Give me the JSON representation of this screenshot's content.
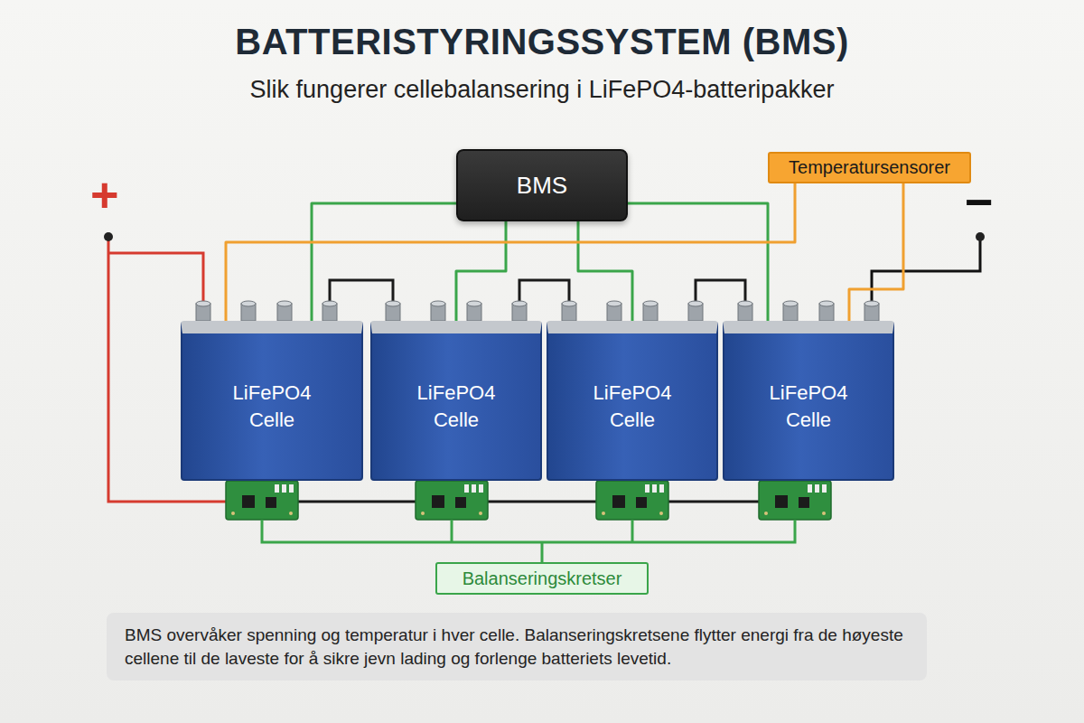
{
  "diagram": {
    "title": "BATTERISTYRINGSSYSTEM (BMS)",
    "caption": "BMS overvåker spenning og temperatur i hver celle. Balanseringskretsene flytter energi fra de høyeste cellene til de laveste for å sikre jevn lading og forlenge batteriets levetid.",
    "nodes": [
      {
        "text": [
          "BMS"
        ]
      },
      {
        "text": [
          "Temperatursensorer"
        ]
      },
      {
        "text": [
          "LiFePO4 Celle"
        ]
      },
      {
        "text": [
          "LiFePO4 Celle"
        ]
      },
      {
        "text": [
          "LiFePO4 Celle"
        ]
      },
      {
        "text": [
          "LiFePO4 Celle"
        ]
      },
      {
        "text": [
          "Balanseringskretser"
        ]
      }
    ],
    "edges": [
      {
        "from": 0,
        "to": 2,
        "arrow": "none"
      },
      {
        "from": 0,
        "to": 3,
        "arrow": "none"
      },
      {
        "from": 0,
        "to": 4,
        "arrow": "none"
      },
      {
        "from": 0,
        "to": 5,
        "arrow": "none"
      },
      {
        "from": 1,
        "to": 2,
        "arrow": "none"
      },
      {
        "from": 1,
        "to": 5,
        "arrow": "none"
      }
    ],
    "labels": [
      "Slik fungerer cellebalansering i LiFePO4-batteripakker",
      "+",
      "−"
    ]
  }
}
